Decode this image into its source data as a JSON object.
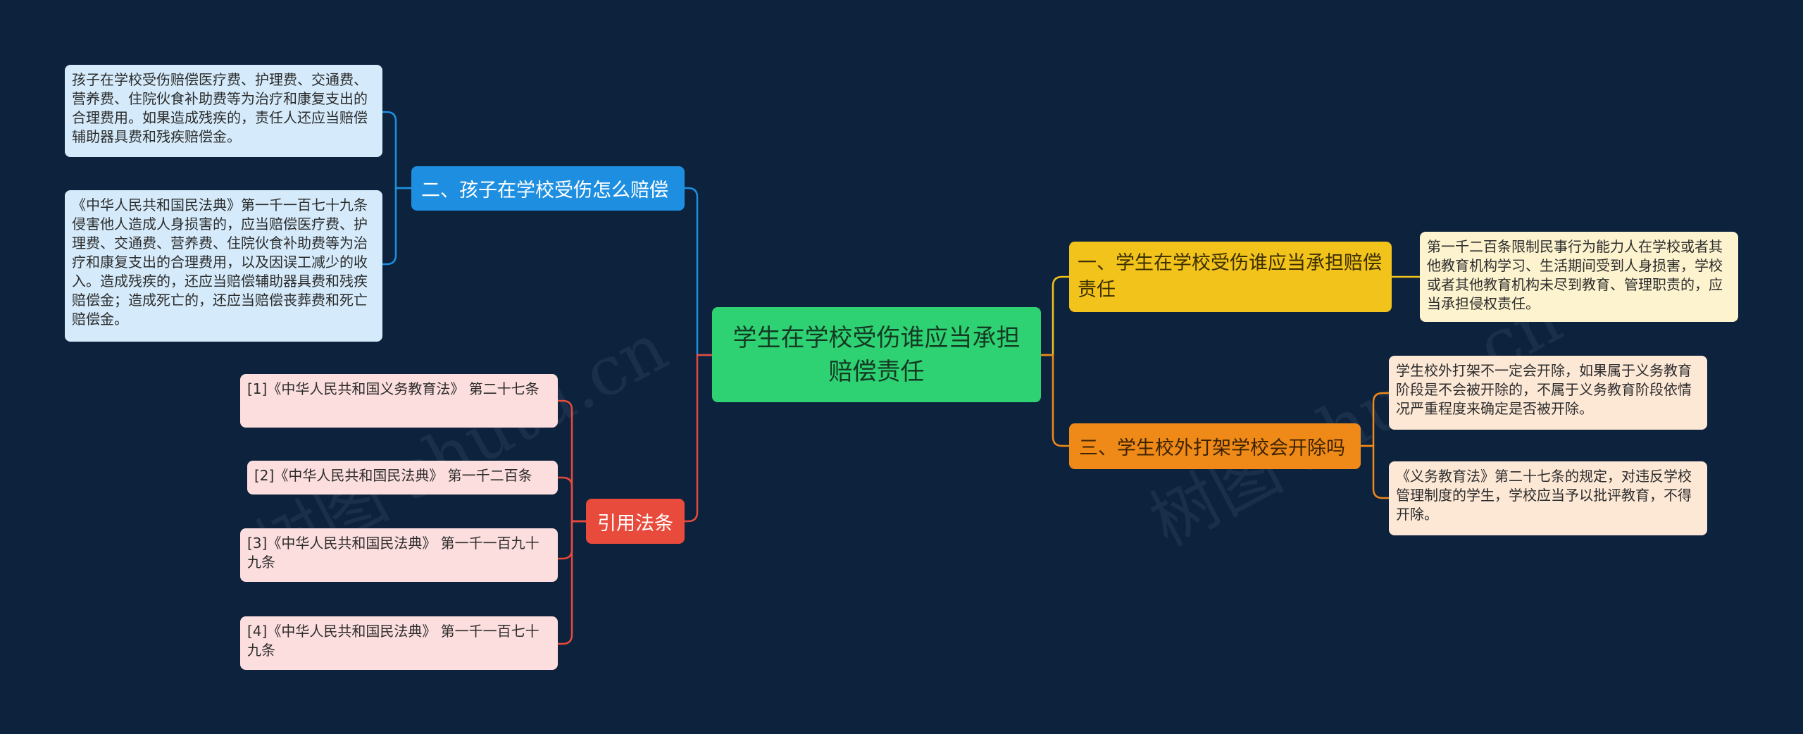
{
  "root": {
    "text": "学生在学校受伤谁应当承担赔偿责任"
  },
  "branches": {
    "compensation": {
      "title": "二、孩子在学校受伤怎么赔偿",
      "leaves": [
        "孩子在学校受伤赔偿医疗费、护理费、交通费、营养费、住院伙食补助费等为治疗和康复支出的合理费用。如果造成残疾的，责任人还应当赔偿辅助器具费和残疾赔偿金。",
        "《中华人民共和国民法典》第一千一百七十九条侵害他人造成人身损害的，应当赔偿医疗费、护理费、交通费、营养费、住院伙食补助费等为治疗和康复支出的合理费用，以及因误工减少的收入。造成残疾的，还应当赔偿辅助器具费和残疾赔偿金；造成死亡的，还应当赔偿丧葬费和死亡赔偿金。"
      ]
    },
    "responsibility": {
      "title": "一、学生在学校受伤谁应当承担赔偿责任",
      "leaves": [
        "第一千二百条限制民事行为能力人在学校或者其他教育机构学习、生活期间受到人身损害，学校或者其他教育机构未尽到教育、管理职责的，应当承担侵权责任。"
      ]
    },
    "expulsion": {
      "title": "三、学生校外打架学校会开除吗",
      "leaves": [
        "学生校外打架不一定会开除，如果属于义务教育阶段是不会被开除的，不属于义务教育阶段依情况严重程度来确定是否被开除。",
        "《义务教育法》第二十七条的规定，对违反学校管理制度的学生，学校应当予以批评教育，不得开除。"
      ]
    },
    "citations": {
      "title": "引用法条",
      "leaves": [
        "[1]《中华人民共和国义务教育法》 第二十七条",
        "[2]《中华人民共和国民法典》 第一千二百条",
        "[3]《中华人民共和国民法典》 第一千一百九十九条",
        "[4]《中华人民共和国民法典》 第一千一百七十九条"
      ]
    }
  },
  "colors": {
    "background": "#0c223d",
    "root": "#2ed273",
    "blue": "#1e8fe0",
    "yellow": "#f1c31b",
    "orange": "#ef8a19",
    "red": "#e84a3c"
  }
}
